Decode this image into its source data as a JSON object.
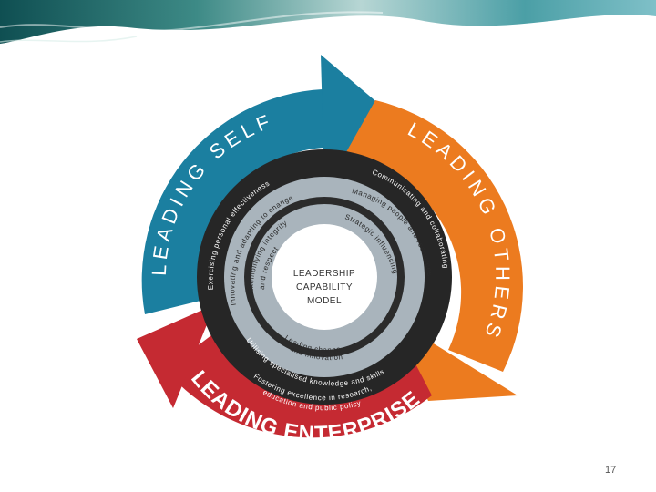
{
  "slide": {
    "page_number": "17"
  },
  "model": {
    "center_lines": [
      "LEADERSHIP",
      "CAPABILITY",
      "MODEL"
    ],
    "outer_labels": {
      "leading_self": "LEADING SELF",
      "leading_others": "LEADING OTHERS",
      "leading_enterprise": "LEADING ENTERPRISE"
    },
    "capabilities": {
      "exercising": "Exercising personal effectiveness",
      "innovating": "Innovating and adapting to change",
      "exemplifying_1": "Exemplifying integrity",
      "exemplifying_2": "and respect",
      "communicating": "Communicating and collaborating",
      "managing": "Managing people and resources",
      "strategic": "Strategic influencing",
      "leading_change_1": "Leading change",
      "leading_change_2": "and innovation",
      "utilising": "Utilising specialised knowledge and skills",
      "fostering_1": "Fostering excellence in research,",
      "fostering_2": "education and public policy"
    },
    "colors": {
      "leading_self": "#1b7fa0",
      "leading_others": "#ec7b1f",
      "leading_enterprise": "#c52a32",
      "dark_ring": "#262626",
      "grey_ring": "#a9b4bc",
      "center": "#ffffff"
    }
  }
}
